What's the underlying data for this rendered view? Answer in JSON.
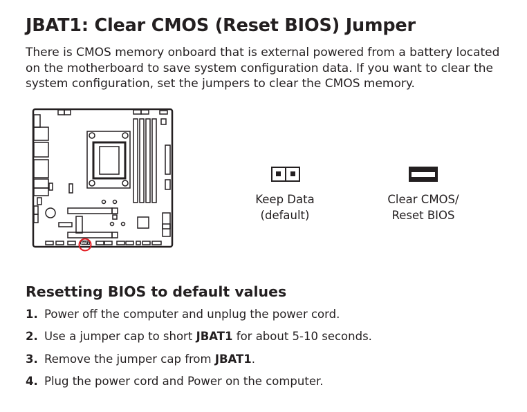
{
  "title": "JBAT1: Clear CMOS (Reset BIOS) Jumper",
  "intro": "There is CMOS memory onboard that is external powered from a battery located on the motherboard to save system configuration data. If you want to clear the system configuration, set the jumpers to clear the CMOS memory.",
  "board_label": "JBAT1",
  "highlight_color": "#e31e24",
  "options": [
    {
      "line1": "Keep Data",
      "line2": "(default)",
      "icon": "jumper-open-icon"
    },
    {
      "line1": "Clear CMOS/",
      "line2": "Reset BIOS",
      "icon": "jumper-closed-icon"
    }
  ],
  "section_title": "Resetting BIOS to default values",
  "steps": [
    {
      "num": "1.",
      "pre": "Power off the computer and unplug the power cord.",
      "bold": "",
      "post": ""
    },
    {
      "num": "2.",
      "pre": "Use a jumper cap to short ",
      "bold": "JBAT1",
      "post": " for about 5-10 seconds."
    },
    {
      "num": "3.",
      "pre": "Remove the jumper cap from ",
      "bold": "JBAT1",
      "post": "."
    },
    {
      "num": "4.",
      "pre": "Plug the power cord and Power on the computer.",
      "bold": "",
      "post": ""
    }
  ]
}
